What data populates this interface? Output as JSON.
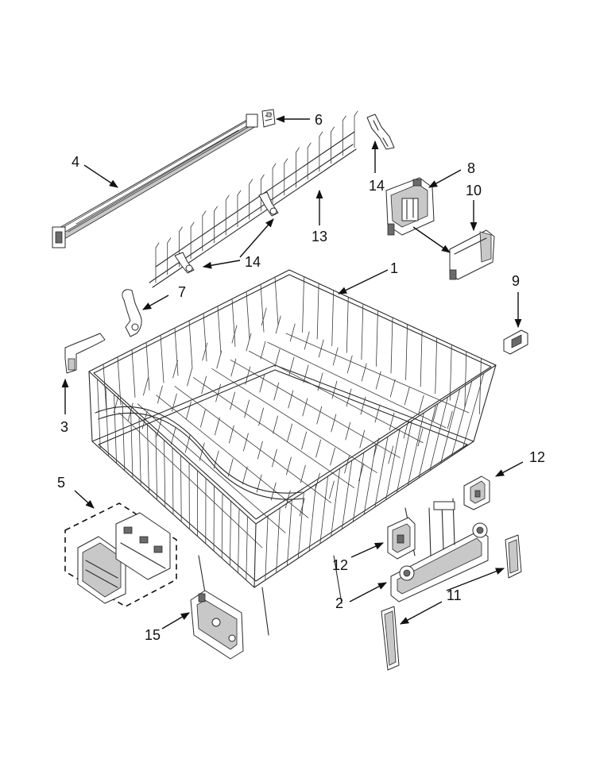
{
  "diagram": {
    "callouts": [
      {
        "id": "1",
        "label": "1"
      },
      {
        "id": "2",
        "label": "2"
      },
      {
        "id": "3",
        "label": "3"
      },
      {
        "id": "4",
        "label": "4"
      },
      {
        "id": "5",
        "label": "5"
      },
      {
        "id": "6",
        "label": "6"
      },
      {
        "id": "7",
        "label": "7"
      },
      {
        "id": "8",
        "label": "8"
      },
      {
        "id": "9",
        "label": "9"
      },
      {
        "id": "10",
        "label": "10"
      },
      {
        "id": "11",
        "label": "11"
      },
      {
        "id": "12a",
        "label": "12"
      },
      {
        "id": "12b",
        "label": "12"
      },
      {
        "id": "13",
        "label": "13"
      },
      {
        "id": "14a",
        "label": "14"
      },
      {
        "id": "14b",
        "label": "14"
      },
      {
        "id": "15",
        "label": "15"
      }
    ],
    "colors": {
      "ink": "#2a2a2a",
      "background": "#ffffff",
      "shade": "#c8c8c8"
    }
  }
}
